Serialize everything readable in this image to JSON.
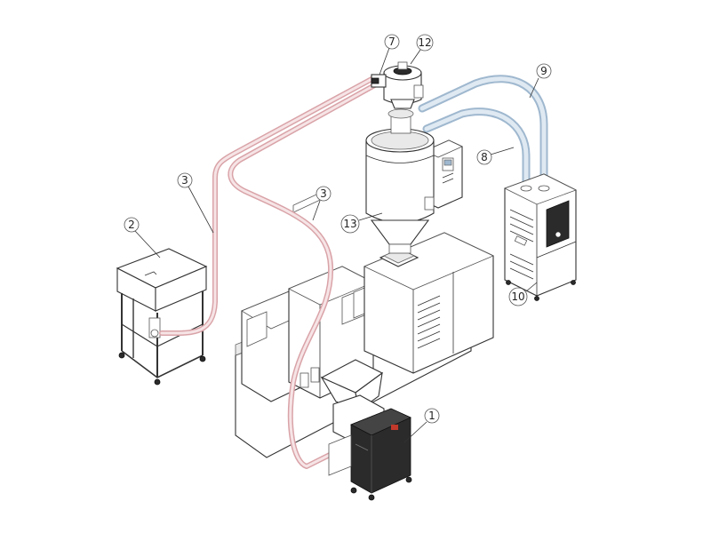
{
  "colors": {
    "conveying_pipe": "#d9a3a8",
    "conveying_pipe_inner": "#f6e4e6",
    "dry_air_pipe": "#9fb8cf",
    "dry_air_pipe_inner": "#dfe9f2",
    "controller_red": "#c0392b"
  },
  "callouts": [
    {
      "id": "c1",
      "label": "1"
    },
    {
      "id": "c2",
      "label": "2"
    },
    {
      "id": "c3a",
      "label": "3"
    },
    {
      "id": "c3b",
      "label": "3"
    },
    {
      "id": "c7",
      "label": "7"
    },
    {
      "id": "c8",
      "label": "8"
    },
    {
      "id": "c9",
      "label": "9"
    },
    {
      "id": "c10",
      "label": "10"
    },
    {
      "id": "c12",
      "label": "12"
    },
    {
      "id": "c13",
      "label": "13"
    }
  ]
}
